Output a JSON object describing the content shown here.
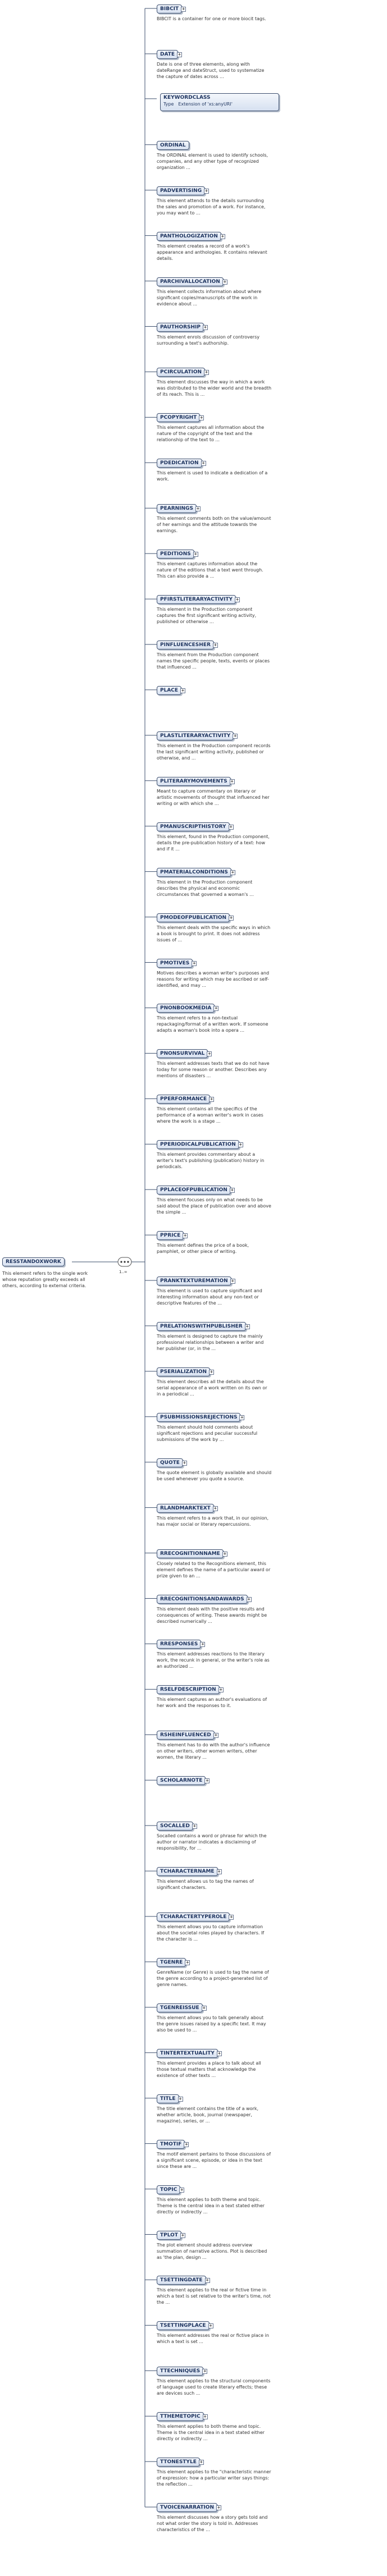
{
  "root": {
    "label": "RESSTANDOXWORK",
    "description": "This element refers to the single work whose reputation greatly exceeds all others, according to external criteria."
  },
  "sequence_cardinality": "1..∞",
  "children": [
    {
      "label": "BIBCIT",
      "desc": "BIBCIT is a container for one or more biocit tags.",
      "plus": true
    },
    {
      "label": "DATE",
      "desc": "Date is one of three elements, along with dateRange and dateStruct, used to systematize the capture of dates across ...",
      "plus": true
    },
    {
      "label": "ORDINAL",
      "desc": "The ORDINAL element is used to identify schools, companies, and any other type of recognized organization ...",
      "plus": false
    },
    {
      "label": "PADVERTISING",
      "desc": "This element attends to the details surrounding the sales and promotion of a work. For instance, you may want to ...",
      "plus": true
    },
    {
      "label": "PANTHOLOGIZATION",
      "desc": "This element creates a record of a work's appearance and anthologies. It contains relevant details.",
      "plus": true
    },
    {
      "label": "PARCHIVALLOCATION",
      "desc": "This element collects information about where significant copies/manuscripts of the work in evidence about ...",
      "plus": true
    },
    {
      "label": "PAUTHORSHIP",
      "desc": "This element enrols discussion of controversy surrounding a text's authorship.",
      "plus": true
    },
    {
      "label": "PCIRCULATION",
      "desc": "This element discusses the way in which a work was distributed to the wider world and the breadth of its reach. This is ...",
      "plus": true
    },
    {
      "label": "PCOPYRIGHT",
      "desc": "This element captures all information about the nature of the copyright of the text and the relationship of the text to ...",
      "plus": true
    },
    {
      "label": "PDEDICATION",
      "desc": "This element is used to indicate a dedication of a work.",
      "plus": true
    },
    {
      "label": "PEARNINGS",
      "desc": "This element comments both on the value/amount of her earnings and the attitude towards the earnings.",
      "plus": true
    },
    {
      "label": "PEDITIONS",
      "desc": "This element captures information about the nature of the editions that a text went through. This can also provide a ...",
      "plus": true
    },
    {
      "label": "PFIRSTLITERARYACTIVITY",
      "desc": "This element in the Production component captures the first significant writing activity, published or otherwise ...",
      "plus": true
    },
    {
      "label": "PINFLUENCESHER",
      "desc": "This element from the Production component names the specific people, texts, events or places that influenced ...",
      "plus": true
    },
    {
      "label": "PLACE",
      "desc": "",
      "plus": true
    },
    {
      "label": "PLASTLITERARYACTIVITY",
      "desc": "This element in the Production component records the last significant writing activity, published or otherwise, and ...",
      "plus": true
    },
    {
      "label": "PLITERARYMOVEMENTS",
      "desc": "Meant to capture commentary on literary or artistic movements of thought that influenced her writing or with which she ...",
      "plus": true
    },
    {
      "label": "PMANUSCRIPTHISTORY",
      "desc": "This element, found in the Production component, details the pre-publication history of a text: how and if it ...",
      "plus": true
    },
    {
      "label": "PMATERIALCONDITIONS",
      "desc": "This element in the Production component describes the physical and economic circumstances that governed a woman's ...",
      "plus": true
    },
    {
      "label": "PMODEOFPUBLICATION",
      "desc": "This element deals with the specific ways in which a book is brought to print. It does not address issues of ...",
      "plus": true
    },
    {
      "label": "PMOTIVES",
      "desc": "Motives describes a woman writer's purposes and reasons for writing which may be ascribed or self-identified, and may ...",
      "plus": true
    },
    {
      "label": "PNONBOOKMEDIA",
      "desc": "This element refers to a non-textual repackaging/format of a written work. If someone adapts a woman's book into a opera ...",
      "plus": true
    },
    {
      "label": "PNONSURVIVAL",
      "desc": "This element addresses texts that we do not have today for some reason or another. Describes any mentions of disasters ...",
      "plus": true
    },
    {
      "label": "PPERFORMANCE",
      "desc": "This element contains all the specifics of the performance of a woman writer's work in cases where the work is a stage ...",
      "plus": true
    },
    {
      "label": "PPERIODICALPUBLICATION",
      "desc": "This element provides commentary about a writer's text's publishing (publication) history in periodicals.",
      "plus": true
    },
    {
      "label": "PPLACEOFPUBLICATION",
      "desc": "This element focuses only on what needs to be said about the place of publication over and above the simple ...",
      "plus": true
    },
    {
      "label": "PPRICE",
      "desc": "This element defines the price of a book, pamphlet, or other piece of writing.",
      "plus": true
    },
    {
      "label": "PRANKTEXTUREMATION",
      "desc": "This element is used to capture significant and interesting information about any non-text or descriptive features of the ...",
      "plus": true
    },
    {
      "label": "PRELATIONSWITHPUBLISHER",
      "desc": "This element is designed to capture the mainly professional relationships between a writer and her publisher (or, in the ...",
      "plus": true
    },
    {
      "label": "PSERIALIZATION",
      "desc": "This element describes all the details about the serial appearance of a work written on its own or in a periodical ...",
      "plus": true
    },
    {
      "label": "PSUBMISSIONSREJECTIONS",
      "desc": "This element should hold comments about significant rejections and peculiar successful submissions of the work by ...",
      "plus": true
    },
    {
      "label": "QUOTE",
      "desc": "The quote element is globally available and should be used whenever you quote a source.",
      "plus": true
    },
    {
      "label": "RLANDMARKTEXT",
      "desc": "This element refers to a work that, in our opinion, has major social or literary repercussions.",
      "plus": true
    },
    {
      "label": "RRECOGNITIONNAME",
      "desc": "Closely related to the Recognitions element, this element defines the name of a particular award or prize given to an ...",
      "plus": true
    },
    {
      "label": "RRECOGNITIONSANDAWARDS",
      "desc": "This element deals with the positive results and consequences of writing. These awards might be described numerically ...",
      "plus": true
    },
    {
      "label": "RRESPONSES",
      "desc": "This element addresses reactions to the literary work, the recunk in general, or the writer's role as an authorized ...",
      "plus": true
    },
    {
      "label": "RSELFDESCRIPTION",
      "desc": "This element captures an author's evaluations of her work and the responses to it.",
      "plus": true
    },
    {
      "label": "RSHEINFLUENCED",
      "desc": "This element has to do with the author's influence on other writers, other women writers, other women, the literary ...",
      "plus": true
    },
    {
      "label": "SCHOLARNOTE",
      "desc": "",
      "plus": true
    },
    {
      "label": "SOCALLED",
      "desc": "Socalled contains a word or phrase for which the author or narrator indicates a disclaiming of responsibility, for ...",
      "plus": true
    },
    {
      "label": "TCHARACTERNAME",
      "desc": "This element allows us to tag the names of significant characters.",
      "plus": true
    },
    {
      "label": "TCHARACTERTYPEROLE",
      "desc": "This element allows you to capture information about the societal roles played by characters. If the character is ...",
      "plus": true
    },
    {
      "label": "TGENRE",
      "desc": "GenreName (or Genre) is used to tag the name of the genre according to a project-generated list of genre names.",
      "plus": true
    },
    {
      "label": "TGENREISSUE",
      "desc": "This element allows you to talk generally about the genre issues raised by a specific text. It may also be used to ...",
      "plus": true
    },
    {
      "label": "TINTERTEXTUALITY",
      "desc": "This element provides a place to talk about all those textual matters that acknowledge the existence of other texts ...",
      "plus": true
    },
    {
      "label": "TITLE",
      "desc": "The title element contains the title of a work, whether article, book, journal (newspaper, magazine), series, or ...",
      "plus": true
    },
    {
      "label": "TMOTIF",
      "desc": "The motif element pertains to those discussions of a significant scene, episode, or idea in the text since these are ...",
      "plus": true
    },
    {
      "label": "TOPIC",
      "desc": "This element applies to both theme and topic. Theme is the central idea in a text stated either directly or indirectly ...",
      "plus": true
    },
    {
      "label": "TPLOT",
      "desc": "The plot element should address overview summation of narrative actions. Plot is described as 'the plan, design ...",
      "plus": true
    },
    {
      "label": "TSETTINGDATE",
      "desc": "This element applies to the real or fictive time in which a text is set relative to the writer's time, not the ...",
      "plus": true
    },
    {
      "label": "TSETTINGPLACE",
      "desc": "This element addresses the real or fictive place in which a text is set ...",
      "plus": true
    },
    {
      "label": "TTECHNIQUES",
      "desc": "This element applies to the structural components of language used to create literary effects; these are devices such ...",
      "plus": true
    },
    {
      "label": "TTHEMETOPIC",
      "desc": "This element applies to both theme and topic. Theme is the central idea in a text stated either directly or indirectly ...",
      "plus": true
    },
    {
      "label": "TTONESTYLE",
      "desc": "This element applies to the \"characteristic manner of expression: how a particular writer says things: the reflection ...",
      "plus": true
    },
    {
      "label": "TVOICENARRATION",
      "desc": "This element discusses how a story gets told and not what order the story is told in. Addresses characteristics of the ...",
      "plus": true
    }
  ],
  "multi_box": {
    "title": "KEYWORDCLASS",
    "type_label": "Type",
    "type_value": "Extension of 'xs:anyURI'"
  },
  "colors": {
    "accent": "#1f3560",
    "line": "#3d4f6e"
  }
}
